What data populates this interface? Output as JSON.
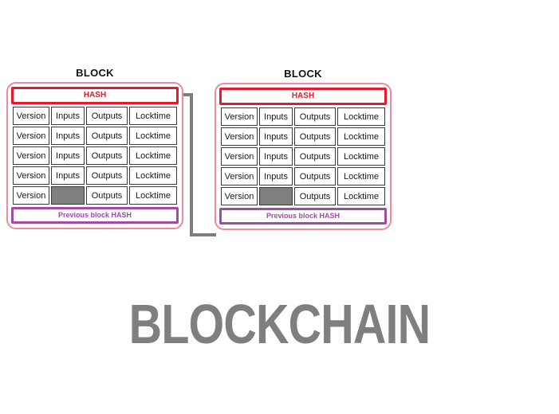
{
  "caption": "BLOCKCHAIN",
  "colors": {
    "red": "#e8192c",
    "pink": "#ef8a9a",
    "purple": "#a14aa8",
    "connector": "#7f7f7f",
    "caption-gray": "#7f7f7f",
    "cell-border": "#3a3a3a",
    "gray-cell": "#7f7f7f"
  },
  "blocks": [
    {
      "title": "BLOCK",
      "hash_label": "HASH",
      "prev_hash_label": "Previous block HASH",
      "rows": [
        [
          "Version",
          "Inputs",
          "Outputs",
          "Locktime"
        ],
        [
          "Version",
          "Inputs",
          "Outputs",
          "Locktime"
        ],
        [
          "Version",
          "Inputs",
          "Outputs",
          "Locktime"
        ],
        [
          "Version",
          "Inputs",
          "Outputs",
          "Locktime"
        ],
        [
          "Version",
          null,
          "Outputs",
          "Locktime"
        ]
      ]
    },
    {
      "title": "BLOCK",
      "hash_label": "HASH",
      "prev_hash_label": "Previous block HASH",
      "rows": [
        [
          "Version",
          "Inputs",
          "Outputs",
          "Locktime"
        ],
        [
          "Version",
          "Inputs",
          "Outputs",
          "Locktime"
        ],
        [
          "Version",
          "Inputs",
          "Outputs",
          "Locktime"
        ],
        [
          "Version",
          "Inputs",
          "Outputs",
          "Locktime"
        ],
        [
          "Version",
          null,
          "Outputs",
          "Locktime"
        ]
      ]
    }
  ]
}
